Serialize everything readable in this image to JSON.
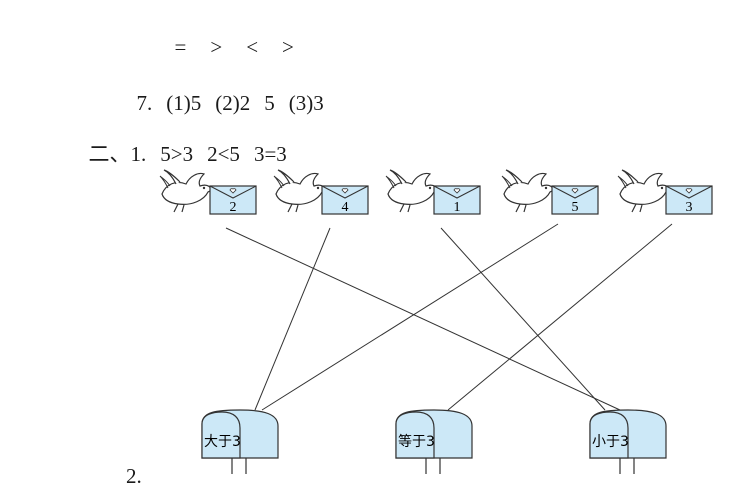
{
  "symbols": [
    "=",
    ">",
    "<",
    ">"
  ],
  "q7": {
    "number": "7.",
    "parts": [
      "(1)5",
      "(2)2",
      "5",
      "(3)3"
    ]
  },
  "section2": {
    "prefix": "二、1.",
    "parts": [
      "5>3",
      "2<5",
      "3=3"
    ]
  },
  "doves": [
    {
      "letter": "2",
      "target": "小于3"
    },
    {
      "letter": "4",
      "target": "大于3"
    },
    {
      "letter": "1",
      "target": "小于3"
    },
    {
      "letter": "5",
      "target": "大于3"
    },
    {
      "letter": "3",
      "target": "等于3"
    }
  ],
  "mailboxes": [
    "大于3",
    "等于3",
    "小于3"
  ],
  "item2_number": "2.",
  "colors": {
    "envelope_fill": "#cce8f7",
    "mailbox_fill": "#cce8f7",
    "stroke": "#333333"
  },
  "icon_names": [
    "dove-icon",
    "envelope-icon",
    "mailbox-icon"
  ]
}
